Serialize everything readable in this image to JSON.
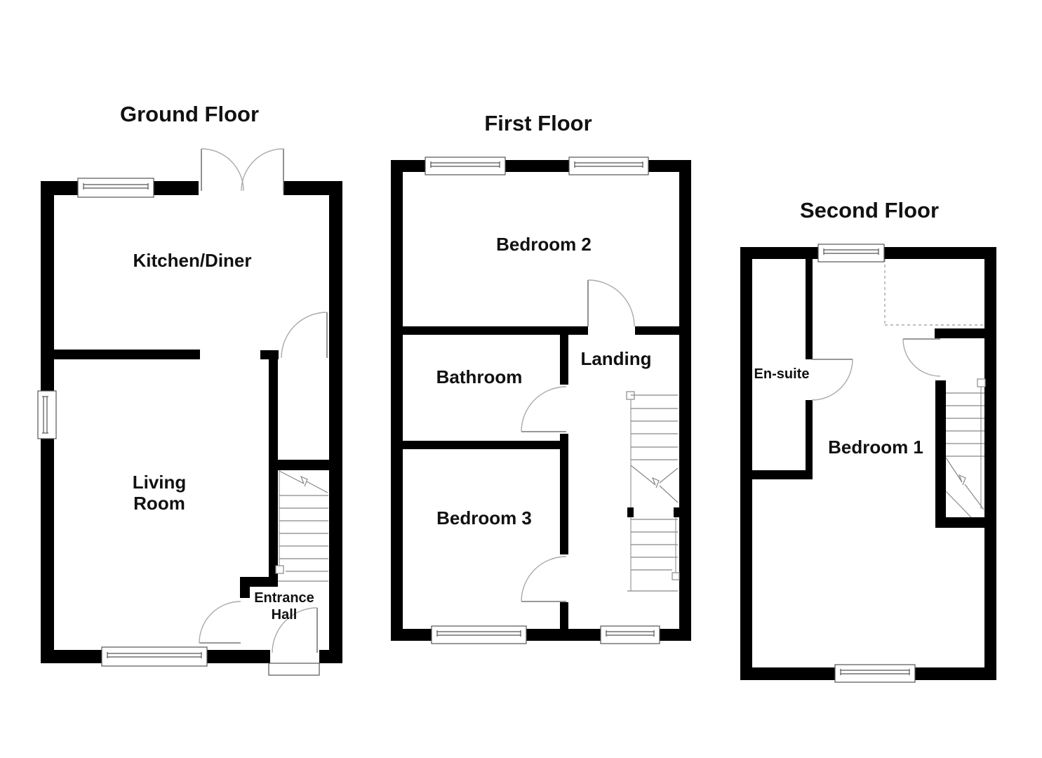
{
  "document": {
    "type": "floorplan",
    "background": "#ffffff",
    "wall_color": "#000000",
    "door_arc_color": "#aaaaaa",
    "stair_color": "#888888"
  },
  "floors": [
    {
      "id": "ground-floor",
      "title": "Ground Floor",
      "rooms": [
        {
          "id": "kitchen-diner",
          "label": "Kitchen/Diner"
        },
        {
          "id": "living-room",
          "label": "Living Room",
          "lines": [
            "Living",
            "Room"
          ]
        },
        {
          "id": "entrance-hall",
          "label": "Entrance Hall",
          "lines": [
            "Entrance",
            "Hall"
          ]
        }
      ]
    },
    {
      "id": "first-floor",
      "title": "First Floor",
      "rooms": [
        {
          "id": "bedroom-2",
          "label": "Bedroom 2"
        },
        {
          "id": "bathroom",
          "label": "Bathroom"
        },
        {
          "id": "landing",
          "label": "Landing"
        },
        {
          "id": "bedroom-3",
          "label": "Bedroom 3"
        }
      ]
    },
    {
      "id": "second-floor",
      "title": "Second Floor",
      "rooms": [
        {
          "id": "en-suite",
          "label": "En-suite"
        },
        {
          "id": "bedroom-1",
          "label": "Bedroom 1"
        }
      ]
    }
  ]
}
